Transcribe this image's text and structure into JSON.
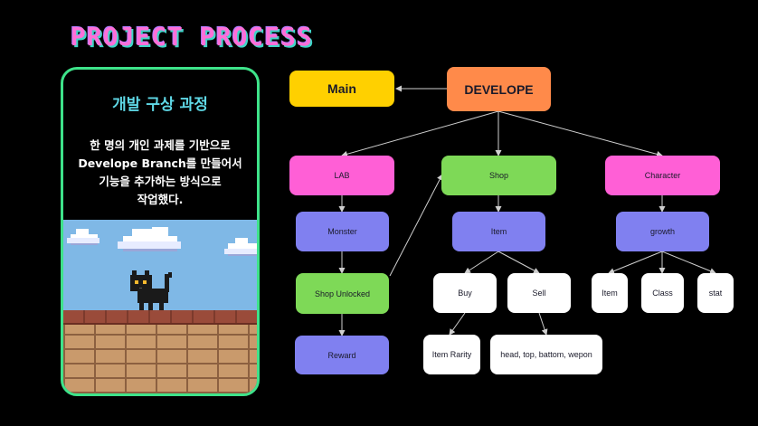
{
  "page": {
    "title": "PROJECT PROCESS"
  },
  "card": {
    "heading": "개발 구상 과정",
    "description": "한 명의 개인 과제를 기반으로\nDevelope Branch를 만들어서\n기능을 추가하는 방식으로\n작업했다."
  },
  "diagram": {
    "nodes": {
      "main": "Main",
      "develope": "DEVELOPE",
      "lab": "LAB",
      "shop": "Shop",
      "character": "Character",
      "monster": "Monster",
      "item": "Item",
      "growth": "growth",
      "shop_unlocked": "Shop Unlocked",
      "buy": "Buy",
      "sell": "Sell",
      "char_item": "Item",
      "class": "Class",
      "stat": "stat",
      "reward": "Reward",
      "item_rarity": "Item Rarity",
      "equipment": "head, top, battom, wepon"
    },
    "colors": {
      "main": "#ffd000",
      "develope": "#ff8a4a",
      "pink": "#ff5fd6",
      "green": "#7ed957",
      "purple": "#8080f0",
      "white": "#ffffff",
      "edge": "#cfcfcf"
    }
  }
}
